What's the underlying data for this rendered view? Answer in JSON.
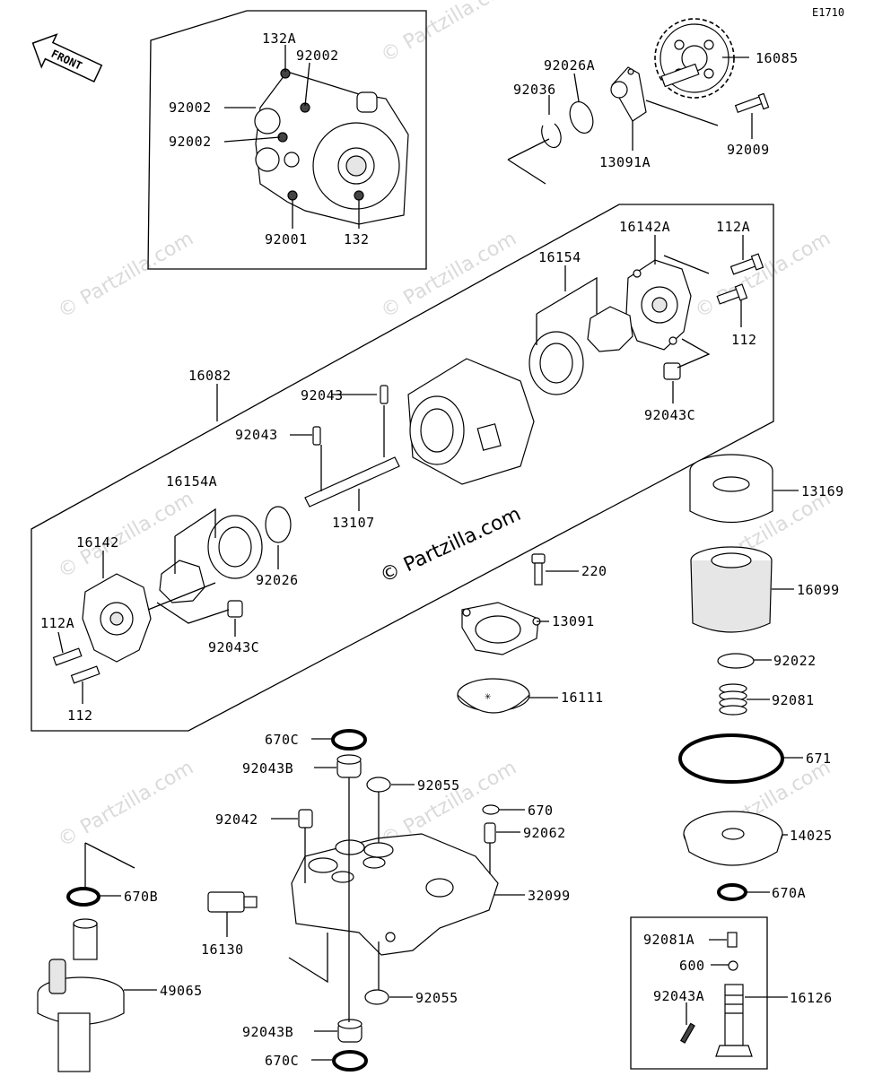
{
  "diagram_code": "E1710",
  "front_label": "FRONT",
  "watermark": "© Partzilla.com",
  "parts": {
    "p132A": "132A",
    "p92002_top": "92002",
    "p92002_a": "92002",
    "p92002_b": "92002",
    "p92001": "92001",
    "p132": "132",
    "p92026A": "92026A",
    "p92036": "92036",
    "p16085": "16085",
    "p13091A": "13091A",
    "p92009": "92009",
    "p16142A": "16142A",
    "p112A_top": "112A",
    "p16154": "16154",
    "p112_top": "112",
    "p92043C_top": "92043C",
    "p16082": "16082",
    "p92043_a": "92043",
    "p92043_b": "92043",
    "p16154A": "16154A",
    "p16142": "16142",
    "p13107": "13107",
    "p92026": "92026",
    "p112A_bot": "112A",
    "p92043C_bot": "92043C",
    "p112_bot": "112",
    "p13169": "13169",
    "p16099": "16099",
    "p220": "220",
    "p13091": "13091",
    "p92022": "92022",
    "p16111": "16111",
    "p92081": "92081",
    "p671": "671",
    "p670C_top": "670C",
    "p92043B_top": "92043B",
    "p92055_top": "92055",
    "p670": "670",
    "p92042": "92042",
    "p92062": "92062",
    "p14025": "14025",
    "p670B": "670B",
    "p32099": "32099",
    "p670A": "670A",
    "p16130": "16130",
    "p49065": "49065",
    "p92081A": "92081A",
    "p600": "600",
    "p92055_bot": "92055",
    "p92043A": "92043A",
    "p16126": "16126",
    "p92043B_bot": "92043B",
    "p670C_bot": "670C"
  }
}
